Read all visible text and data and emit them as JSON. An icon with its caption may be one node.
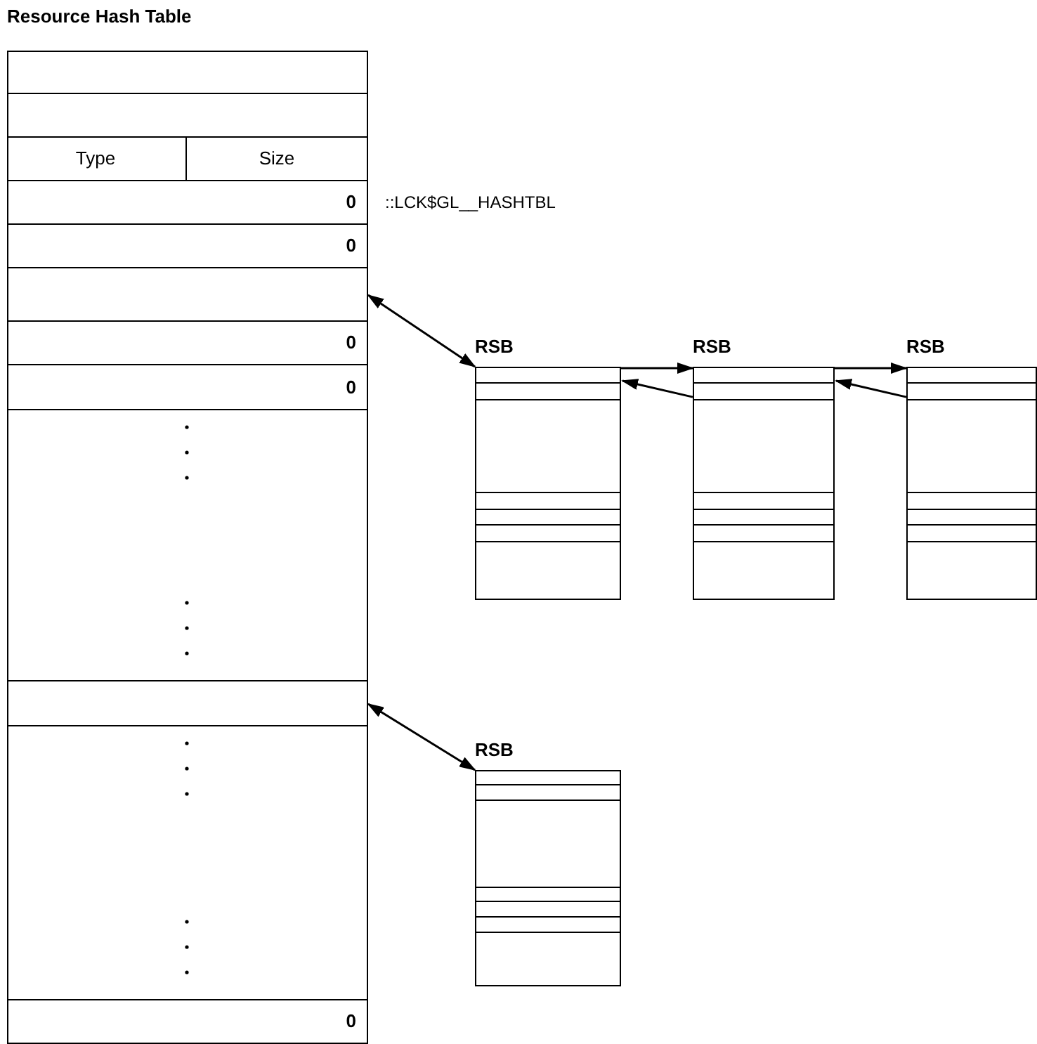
{
  "diagram": {
    "nodes": [
      {
        "text": [
          "Resource Hash Table"
        ]
      },
      {
        "text": [],
        "shape": "box",
        "in": 0
      },
      {
        "text": [],
        "shape": "box",
        "in": 0
      },
      {
        "text": [
          "Type"
        ],
        "in": 0
      },
      {
        "text": [
          "Size"
        ],
        "in": 0
      },
      {
        "text": [
          "0"
        ],
        "in": 0,
        "beside": [
          "::LCK$GL__HASHTBL"
        ]
      },
      {
        "text": [
          "0"
        ],
        "in": 0
      },
      {
        "text": [],
        "shape": "box",
        "in": 0
      },
      {
        "text": [
          "0"
        ],
        "in": 0
      },
      {
        "text": [
          "0"
        ],
        "in": 0
      },
      {
        "text": [],
        "shape": "box",
        "in": 0
      },
      {
        "text": [],
        "shape": "box",
        "in": 0
      },
      {
        "text": [],
        "shape": "box",
        "in": 0
      },
      {
        "text": [
          "0"
        ],
        "in": 0
      },
      {
        "text": [
          "RSB"
        ]
      },
      {
        "text": [
          "RSB"
        ]
      },
      {
        "text": [
          "RSB"
        ]
      },
      {
        "text": [
          "RSB"
        ]
      }
    ],
    "edges": [
      {
        "from": 7,
        "to": 14,
        "arrow": "both"
      },
      {
        "from": 14,
        "to": 15,
        "arrow": "to"
      },
      {
        "from": 15,
        "to": 14,
        "arrow": "to"
      },
      {
        "from": 15,
        "to": 16,
        "arrow": "to"
      },
      {
        "from": 16,
        "to": 15,
        "arrow": "to"
      },
      {
        "from": 11,
        "to": 17,
        "arrow": "both"
      }
    ]
  }
}
